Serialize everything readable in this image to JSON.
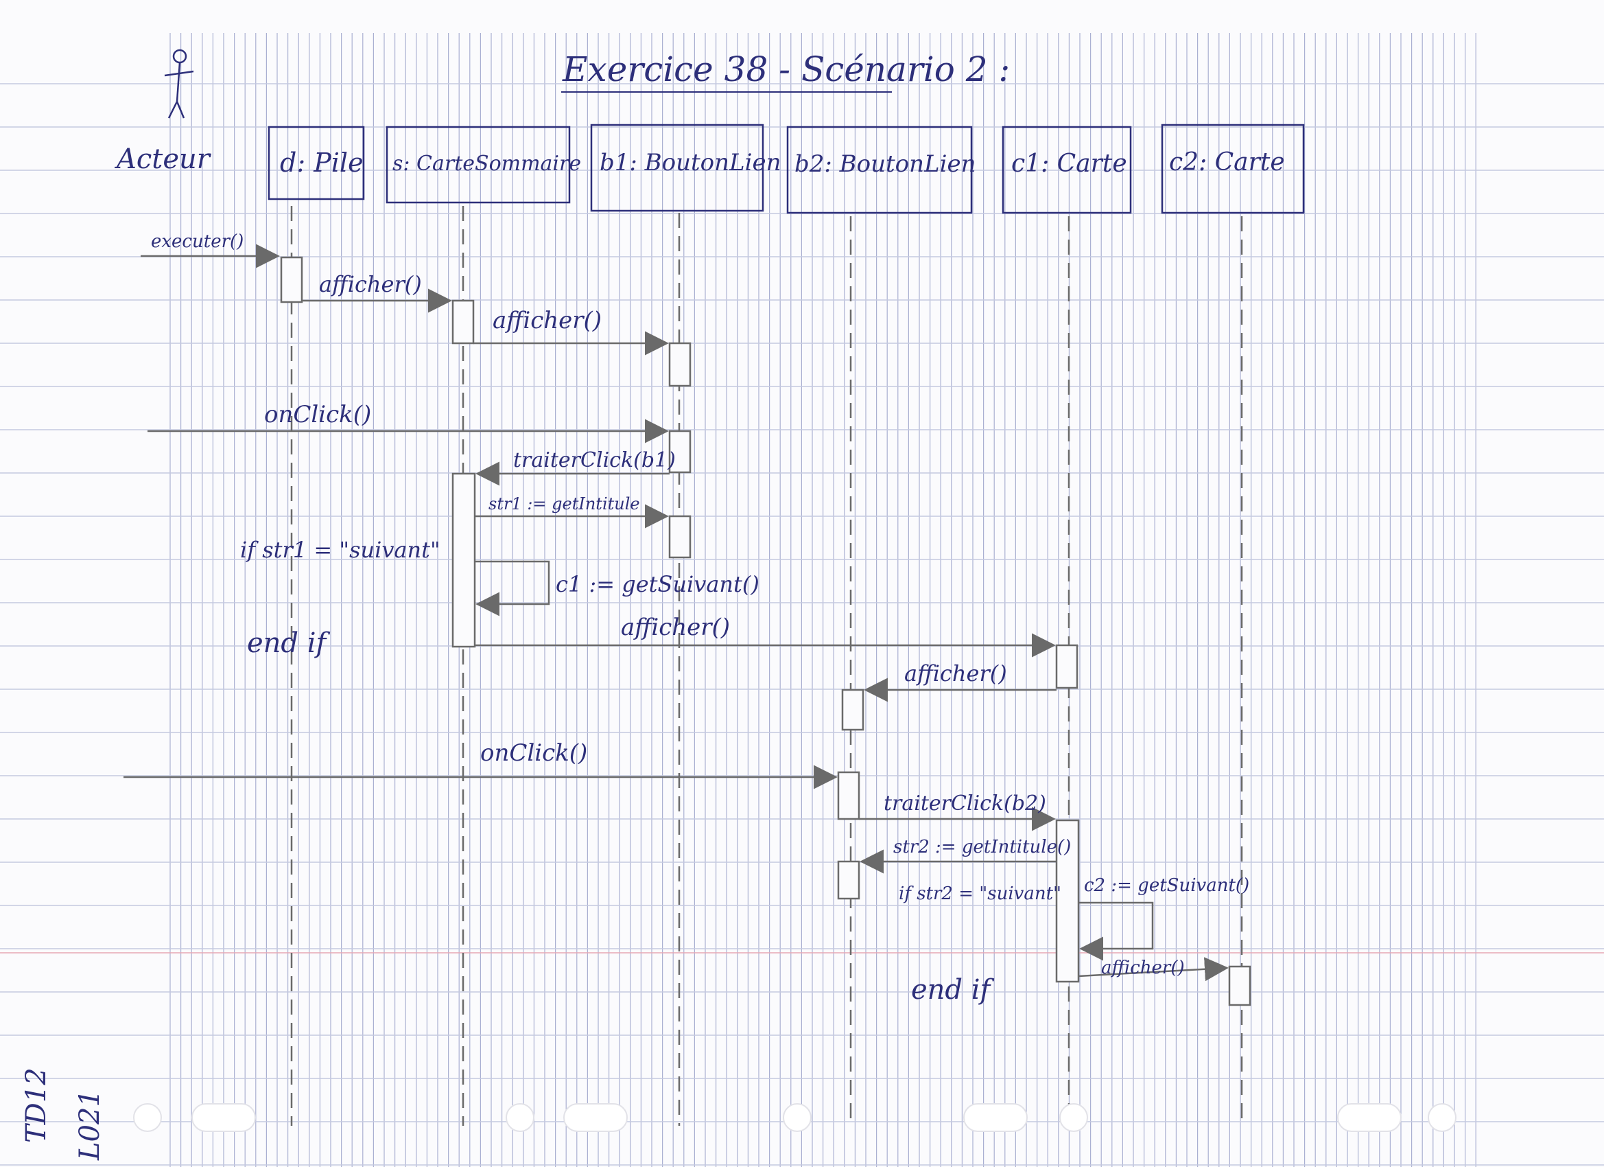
{
  "title": "Exercice 38 - Scénario 2 :",
  "actor": {
    "label": "Acteur"
  },
  "participants": [
    {
      "id": "d",
      "label": "d: Pile"
    },
    {
      "id": "s",
      "label": "s: CarteSommaire"
    },
    {
      "id": "b1",
      "label": "b1: BoutonLien"
    },
    {
      "id": "b2",
      "label": "b2: BoutonLien"
    },
    {
      "id": "c1",
      "label": "c1: Carte"
    },
    {
      "id": "c2",
      "label": "c2: Carte"
    }
  ],
  "messages": [
    {
      "label": "executer()"
    },
    {
      "label": "afficher()"
    },
    {
      "label": "afficher()"
    },
    {
      "label": "onClick()"
    },
    {
      "label": "traiterClick(b1)"
    },
    {
      "label": "str1 := getIntitule"
    },
    {
      "label": "c1 := getSuivant()"
    },
    {
      "label": "afficher()"
    },
    {
      "label": "afficher()"
    },
    {
      "label": "onClick()"
    },
    {
      "label": "traiterClick(b2)"
    },
    {
      "label": "str2 := getIntitule()"
    },
    {
      "label": "c2 := getSuivant()"
    },
    {
      "label": "afficher()"
    }
  ],
  "guards": [
    {
      "label": "if str1 = \"suivant\""
    },
    {
      "label": "end if"
    },
    {
      "label": "if str2 = \"suivant\""
    },
    {
      "label": "end if"
    }
  ],
  "margin_note": {
    "line1": "TD12",
    "line2": "L021"
  },
  "colors": {
    "ink": "#2d2f7a",
    "pencil": "#6a6a6a",
    "grid_v": "#aab0d2",
    "grid_h": "#c4c9e0",
    "margin_red": "#e8a8b4"
  }
}
